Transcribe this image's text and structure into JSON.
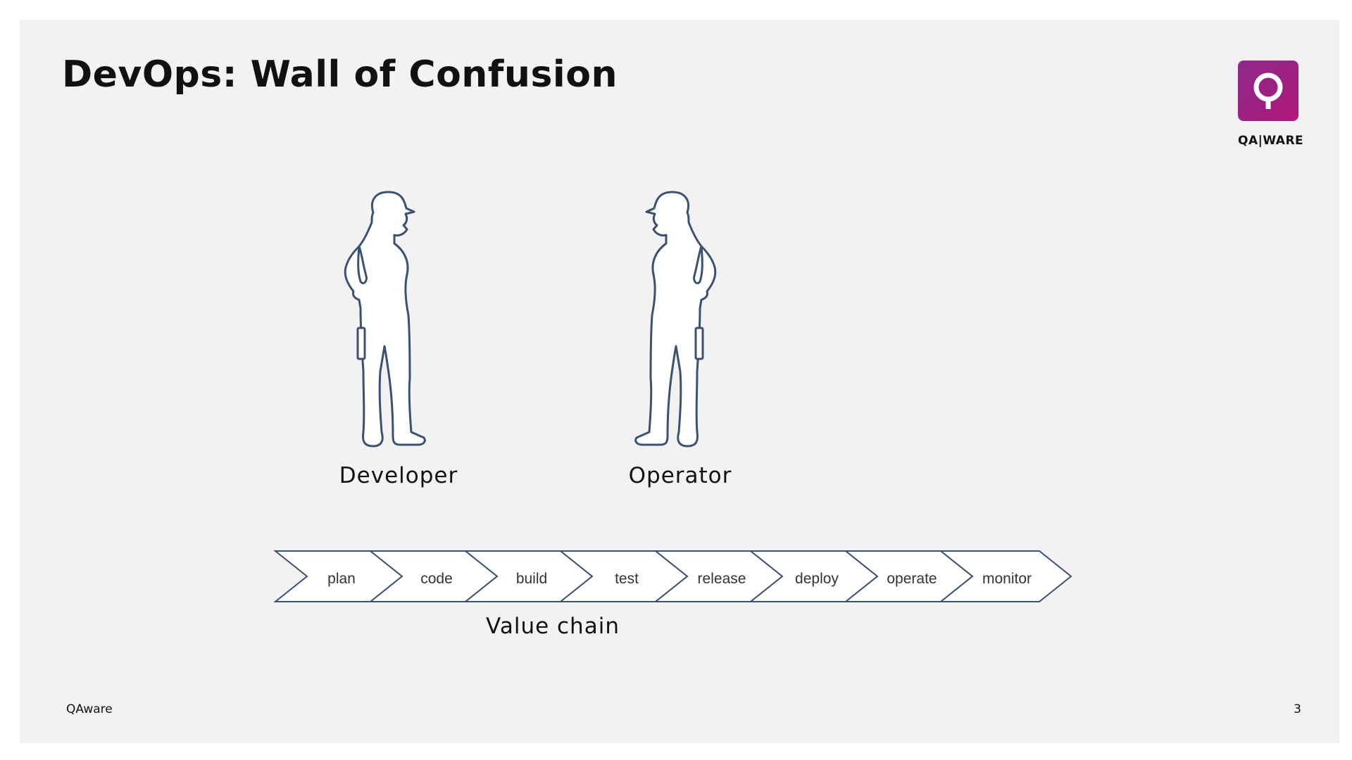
{
  "slide": {
    "title": "DevOps: Wall of Confusion",
    "logo_text": "QA|WARE",
    "footer_left": "QAware",
    "page_number": "3"
  },
  "figures": {
    "developer_label": "Developer",
    "operator_label": "Operator"
  },
  "value_chain": {
    "label": "Value chain",
    "steps": [
      "plan",
      "code",
      "build",
      "test",
      "release",
      "deploy",
      "operate",
      "monitor"
    ]
  },
  "colors": {
    "slide_background": "#f2f2f2",
    "outline": "#3a5272",
    "brand_purple": "#9b2283",
    "text": "#111111"
  },
  "icons": {
    "logo": "qaware-logo-icon",
    "figures": "worker-silhouette-icon"
  }
}
